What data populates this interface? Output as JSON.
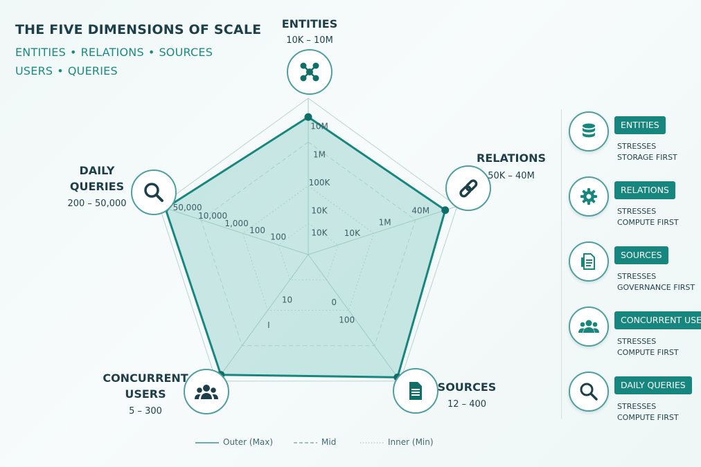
{
  "header": {
    "title": "THE FIVE DIMENSIONS OF SCALE",
    "subtitle_line1": [
      "ENTITIES",
      "RELATIONS",
      "SOURCES"
    ],
    "subtitle_line2": [
      "USERS",
      "QUERIES"
    ]
  },
  "colors": {
    "accent": "#16867e",
    "accent_dark": "#0f6f68",
    "text": "#1d3f49",
    "grid": "#b9d2d2",
    "fill": "#8fcfc7"
  },
  "chart_data": {
    "type": "radar",
    "title": "THE FIVE DIMENSIONS OF SCALE",
    "axes": [
      {
        "key": "entities",
        "label_lines": [
          "ENTITIES"
        ],
        "range": "10K – 10M",
        "icon": "network-nodes-icon",
        "ticks": [
          "10M",
          "1M",
          "100K",
          "10K",
          "10K"
        ],
        "value_label": "10M",
        "value_fraction": 0.88
      },
      {
        "key": "relations",
        "label_lines": [
          "RELATIONS"
        ],
        "range": "50K – 40M",
        "icon": "chain-link-icon",
        "ticks": [
          "40M",
          "1M",
          "10K"
        ],
        "value_label": "40M",
        "value_fraction": 0.92
      },
      {
        "key": "sources",
        "label_lines": [
          "SOURCES"
        ],
        "range": "12 – 400",
        "icon": "document-icon",
        "ticks": [
          "0",
          "100"
        ],
        "value_label": "400",
        "value_fraction": 0.97
      },
      {
        "key": "users",
        "label_lines": [
          "CONCURRENT",
          "USERS"
        ],
        "range": "5 – 300",
        "icon": "users-group-icon",
        "ticks": [
          "10",
          "I"
        ],
        "value_label": "300",
        "value_fraction": 0.95
      },
      {
        "key": "queries",
        "label_lines": [
          "DAILY",
          "QUERIES"
        ],
        "range": "200 – 50,000",
        "icon": "magnifier-icon",
        "ticks": [
          "50,000",
          "10,000",
          "1,000",
          "100",
          "100"
        ],
        "value_label": "50,000",
        "value_fraction": 0.96
      }
    ],
    "grid": {
      "levels": [
        "Outer (Max)",
        "Mid",
        "Inner (Min)"
      ]
    },
    "legend": [
      {
        "label": "Outer (Max)",
        "style": "solid"
      },
      {
        "label": "Mid",
        "style": "dashed"
      },
      {
        "label": "Inner (Min)",
        "style": "dotted"
      }
    ]
  },
  "panel": {
    "items": [
      {
        "label": "ENTITIES",
        "text": "STRESSES\nSTORAGE FIRST",
        "icon": "database-icon"
      },
      {
        "label": "RELATIONS",
        "text": "STRESSES\nCOMPUTE FIRST",
        "icon": "gear-icon"
      },
      {
        "label": "SOURCES",
        "text": "STRESSES\nGOVERNANCE FIRST",
        "icon": "document-list-icon"
      },
      {
        "label": "CONCURRENT USERS",
        "text": "STRESSES\nCOMPUTE FIRST",
        "icon": "users-group-icon"
      },
      {
        "label": "DAILY QUERIES",
        "text": "STRESSES\nCOMPUTE FIRST",
        "icon": "magnifier-icon"
      }
    ]
  }
}
